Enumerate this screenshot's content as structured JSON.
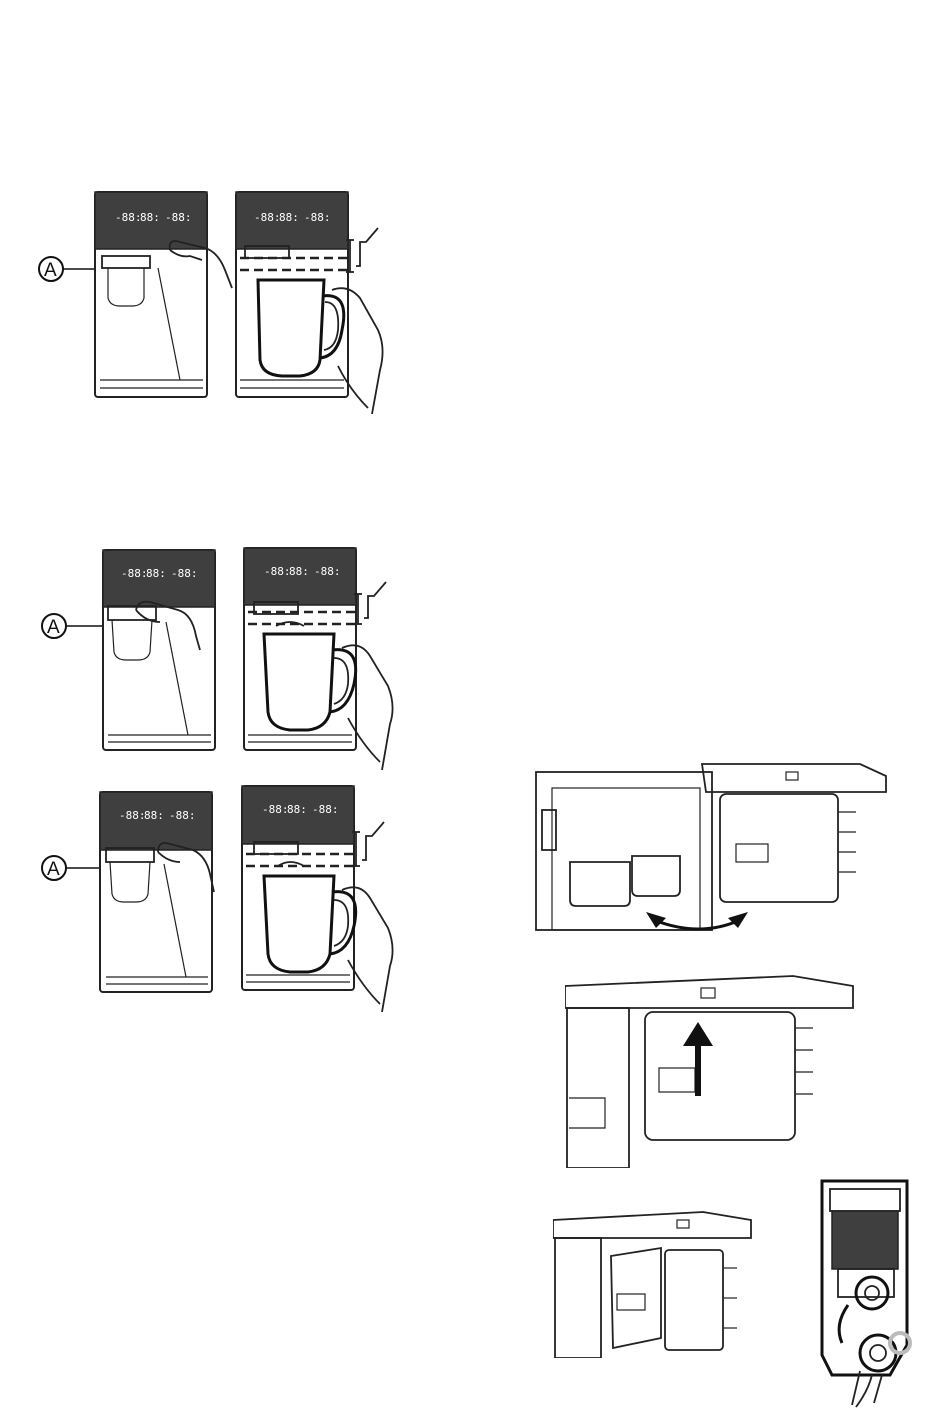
{
  "marker_label": "A",
  "display_readout": {
    "zone1": "-88:",
    "zone2": "88:",
    "zone3": "-88:"
  },
  "icons": {
    "hand": "pointing-hand-icon",
    "pitcher": "pitcher-icon",
    "arrow_up": "arrow-up-icon",
    "double_arrow": "double-arrow-icon"
  }
}
